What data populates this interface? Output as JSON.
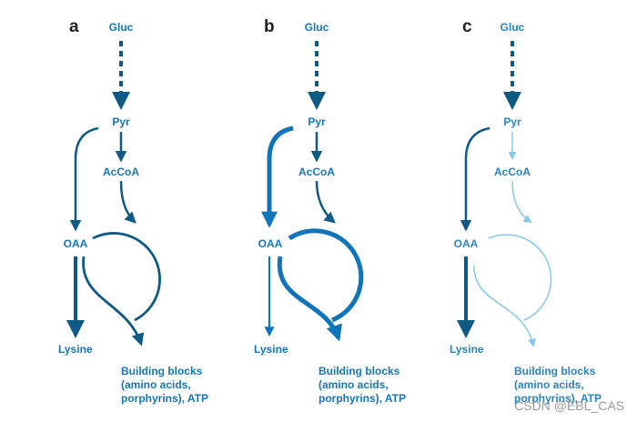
{
  "colors": {
    "dark": "#0e5a85",
    "mid": "#0f74b9",
    "light": "#86c8ea",
    "label_a": "#1577bb",
    "label_c": "#2b83c6",
    "letter": "#222222",
    "watermark": "#9a9a9a"
  },
  "panels": [
    {
      "letter": "a",
      "gluc": "Gluc",
      "pyr": "Pyr",
      "accoa": "AcCoA",
      "oaa": "OAA",
      "lysine": "Lysine",
      "bb_line1": "Building blocks",
      "bb_line2": "(amino acids,",
      "bb_line3": "porphyrins), ATP"
    },
    {
      "letter": "b",
      "gluc": "Gluc",
      "pyr": "Pyr",
      "accoa": "AcCoA",
      "oaa": "OAA",
      "lysine": "Lysine",
      "bb_line1": "Building blocks",
      "bb_line2": "(amino acids,",
      "bb_line3": "porphyrins), ATP"
    },
    {
      "letter": "c",
      "gluc": "Gluc",
      "pyr": "Pyr",
      "accoa": "AcCoA",
      "oaa": "OAA",
      "lysine": "Lysine",
      "bb_line1": "Building blocks",
      "bb_line2": "(amino acids,",
      "bb_line3": "porphyrins), ATP"
    }
  ],
  "watermark": "CSDN @EBL_CAS"
}
